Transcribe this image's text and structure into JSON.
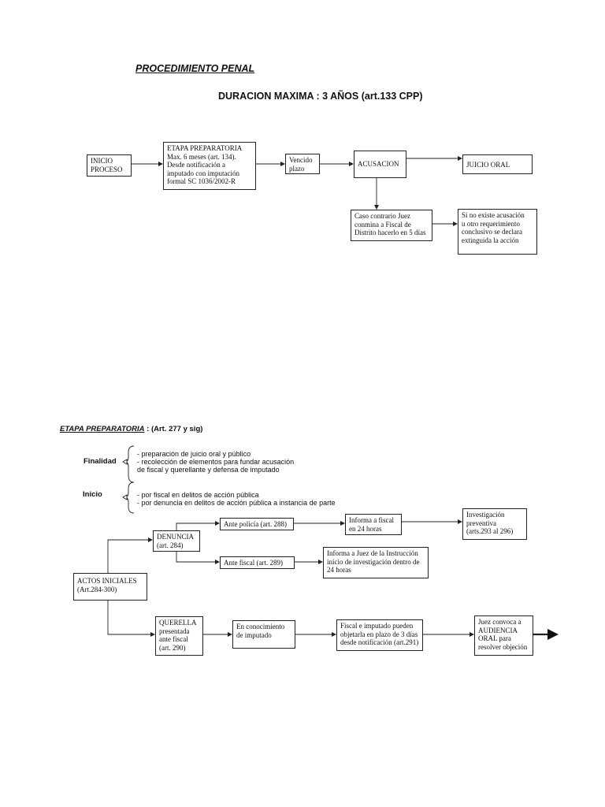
{
  "title": "PROCEDIMIENTO PENAL",
  "subtitle": "DURACION MAXIMA : 3 AÑOS (art.133 CPP)",
  "top_flow": {
    "inicio": "INICIO\nPROCESO",
    "etapa": "ETAPA PREPARATORIA\nMax. 6 meses (art. 134).\nDesde notificación a\nimputado con imputación\nformal SC 1036/2002-R",
    "vencido": "Vencido\nplazo",
    "acusacion": "ACUSACION",
    "juicio": "JUICIO ORAL",
    "caso": "Caso contrario Juez\nconmina a Fiscal de\nDistrito hacerlo en 5 días",
    "sino": "Si no existe acusación\nu otro requerimiento\nconclusivo  se declara\nextinguida la acción"
  },
  "section": {
    "label": "ETAPA PREPARATORIA",
    "suffix": " :    (Art. 277 y sig)"
  },
  "finalidad": {
    "label": "Finalidad",
    "items": "- preparación de juicio oral y público\n- recolección de elementos para fundar acusación\n  de fiscal y querellante y defensa de imputado"
  },
  "inicio": {
    "label": "Inicio",
    "items": "- por fiscal en delitos de acción pública\n- por denuncia en delitos de acción pública a instancia de parte"
  },
  "bottom_flow": {
    "actos": "ACTOS INICIALES\n(Art.284-300)",
    "denuncia": "DENUNCIA\n(art. 284)",
    "ante_policia": "Ante policía (art. 288)",
    "informa_fiscal": "Informa a fiscal\nen 24 horas",
    "investigacion": "Investigación\npreventiva\n(arts.293 al 296)",
    "ante_fiscal": "Ante fiscal (art. 289)",
    "informa_juez": "Informa a Juez de la Instrucción\ninicio de investigación dentro de\n24 horas",
    "querella": "QUERELLA\npresentada\nante  fiscal\n(art. 290)",
    "conocimiento": "En conocimiento\nde imputado",
    "fiscal_imputado": "Fiscal e imputado pueden\nobjetarla en plazo de 3 días\ndesde notificación (art.291)",
    "juez_convoca": "Juez convoca a\nAUDIENCIA\nORAL para\nresolver objeción"
  }
}
